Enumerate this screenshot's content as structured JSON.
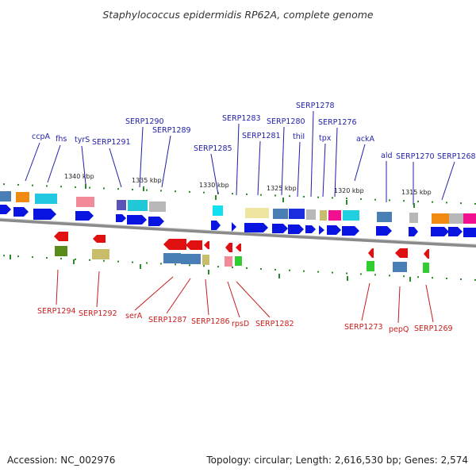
{
  "title": "Staphylococcus epidermidis RP62A, complete genome",
  "footer": {
    "accession": "Accession: NC_002976",
    "summary": "Topology: circular; Length: 2,616,530 bp; Genes: 2,574"
  },
  "ticks": [
    "1340 kbp",
    "1335 kbp",
    "1330 kbp",
    "1325 kbp",
    "1320 kbp",
    "1315 kbp"
  ],
  "forward_labels": [
    "ccpA",
    "fhs",
    "tyrS",
    "SERP1291",
    "SERP1290",
    "SERP1289",
    "SERP1285",
    "SERP1283",
    "SERP1281",
    "SERP1280",
    "thiI",
    "SERP1278",
    "tpx",
    "SERP1276",
    "ackA",
    "ald",
    "SERP1270",
    "SERP1268"
  ],
  "reverse_labels": [
    "SERP1294",
    "SERP1292",
    "serA",
    "SERP1287",
    "SERP1286",
    "rpsD",
    "SERP1282",
    "SERP1273",
    "pepQ",
    "SERP1269"
  ],
  "colors": {
    "forward_label": "#1f1fa8",
    "reverse_label": "#c81e1e",
    "forward_gene": "#0a14e0",
    "reverse_gene": "#e01010",
    "backbone": "#8a8a8a",
    "dots": "#2a8a2a"
  }
}
